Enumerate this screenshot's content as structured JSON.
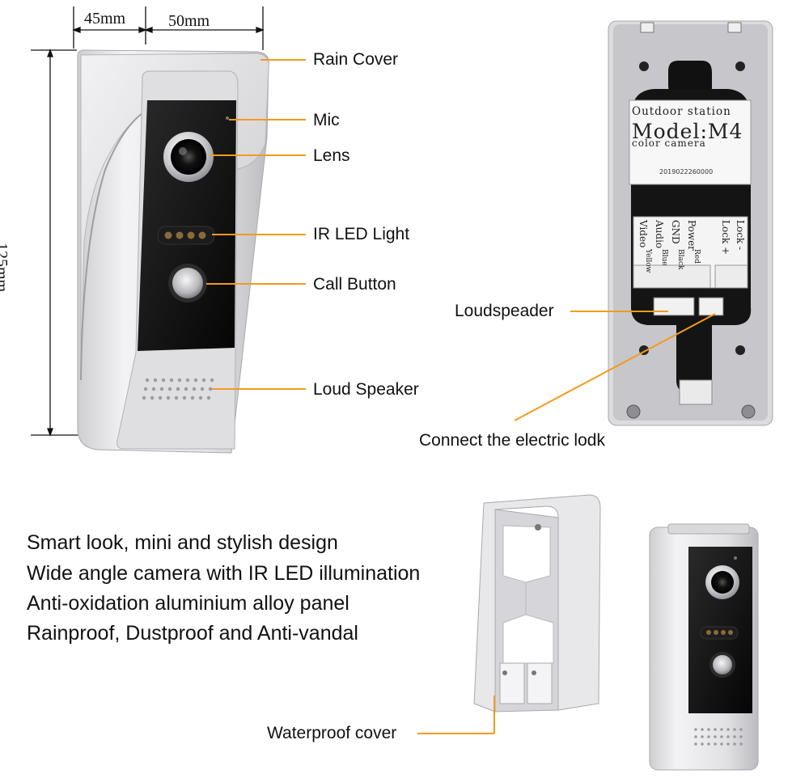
{
  "dimensions": {
    "width_top_left": "45mm",
    "width_top_right": "50mm",
    "height": "125mm"
  },
  "callouts": {
    "rain_cover": "Rain Cover",
    "mic": "Mic",
    "lens": "Lens",
    "ir_led": "IR LED Light",
    "call_button": "Call Button",
    "loud_speaker": "Loud Speaker",
    "loudspeaker_connector": "Loudspeader",
    "electric_lock": "Connect the electric lodk",
    "waterproof_cover": "Waterproof cover"
  },
  "back_label": {
    "line1": "Outdoor station",
    "line2": "Model:M4",
    "line3": "color camera",
    "serial": "2019022260000"
  },
  "terminals": [
    "Video",
    "Audio",
    "GND",
    "Power",
    "Lock +",
    "Lock -"
  ],
  "wire_colors": [
    "Yellow",
    "Blue",
    "Black",
    "Red"
  ],
  "features": [
    "Smart look, mini and stylish design",
    "Wide angle camera with IR LED illumination",
    "Anti-oxidation aluminium alloy panel",
    "Rainproof, Dustproof and Anti-vandal"
  ],
  "colors": {
    "callout_line": "#f39a1e",
    "panel_black": "#111111",
    "aluminium": "#e6e6e8"
  }
}
